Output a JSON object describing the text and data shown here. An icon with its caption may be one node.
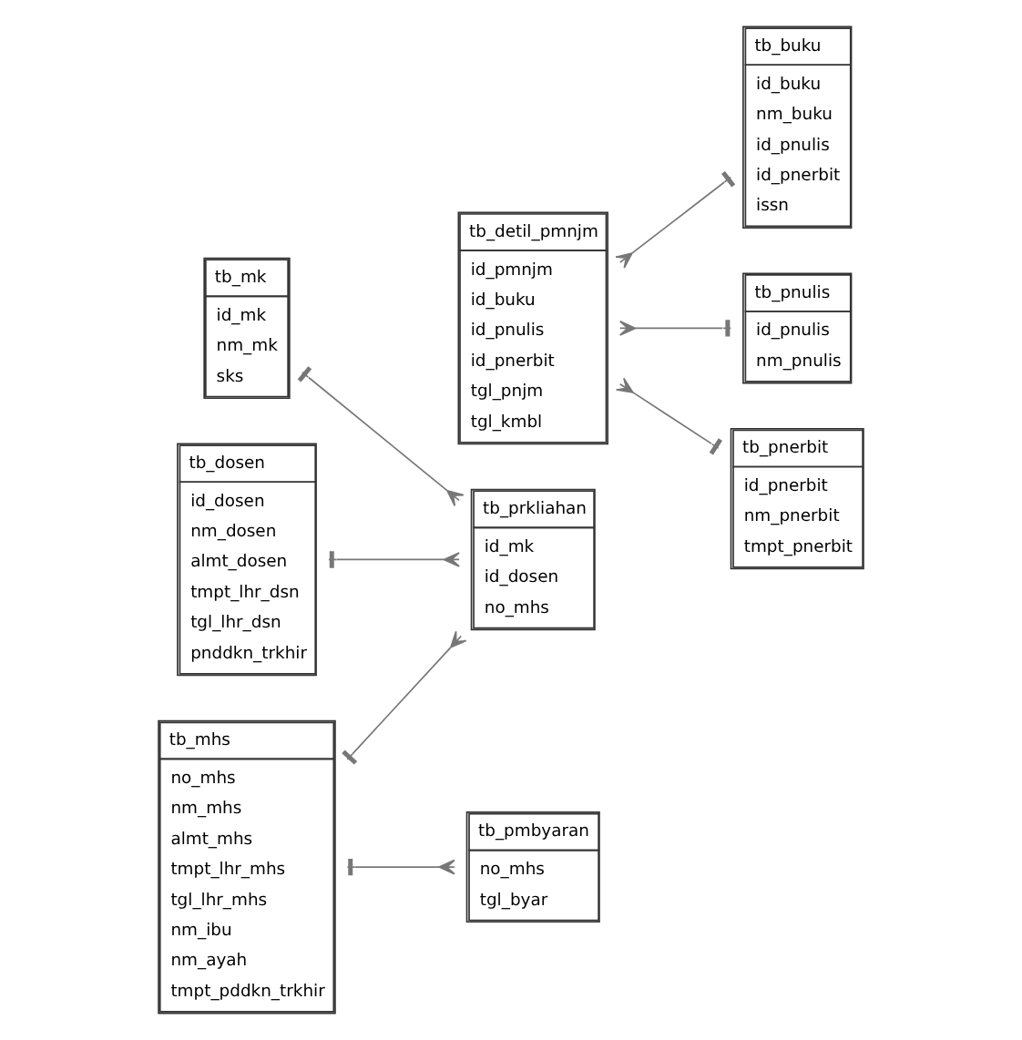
{
  "diagram": {
    "nodes": [
      {
        "text": [
          "tb_mk",
          "id_mk",
          "nm_mk",
          "sks"
        ]
      },
      {
        "text": [
          "tb_buku",
          "id_buku",
          "nm_buku",
          "id_pnulis",
          "id_pnerbit",
          "issn"
        ]
      },
      {
        "text": [
          "tb_detil_pmnjm",
          "id_pmnjm",
          "id_buku",
          "id_pnulis",
          "id_pnerbit",
          "tgl_pnjm",
          "tgl_kmbl"
        ]
      },
      {
        "text": [
          "tb_mhs",
          "no_mhs",
          "nm_mhs",
          "almt_mhs",
          "tmpt_lhr_mhs",
          "tgl_lhr_mhs",
          "nm_ibu",
          "nm_ayah",
          "tmpt_pddkn_trkhir"
        ]
      },
      {
        "text": [
          "tb_pnulis",
          "id_pnulis",
          "nm_pnulis"
        ]
      },
      {
        "text": [
          "tb_prkliahan",
          "id_mk",
          "id_dosen",
          "no_mhs"
        ]
      },
      {
        "text": [
          "tb_pnerbit",
          "id_pnerbit",
          "nm_pnerbit",
          "tmpt_pnerbit"
        ]
      },
      {
        "text": [
          "tb_dosen",
          "id_dosen",
          "nm_dosen",
          "almt_dosen",
          "tmpt_lhr_dsn",
          "tgl_lhr_dsn",
          "pnddkn_trkhir"
        ]
      },
      {
        "text": [
          "tb_pmbyaran",
          "no_mhs",
          "tgl_byar"
        ]
      }
    ],
    "edges": [
      {
        "from": 0,
        "to": 5,
        "arrow": "other"
      },
      {
        "from": 3,
        "to": 5,
        "arrow": "other"
      },
      {
        "from": 7,
        "to": 5,
        "arrow": "other"
      },
      {
        "from": 3,
        "to": 8,
        "arrow": "other"
      },
      {
        "from": 1,
        "to": 2,
        "arrow": "other"
      },
      {
        "from": 4,
        "to": 2,
        "arrow": "other"
      },
      {
        "from": 6,
        "to": 2,
        "arrow": "other"
      }
    ]
  }
}
